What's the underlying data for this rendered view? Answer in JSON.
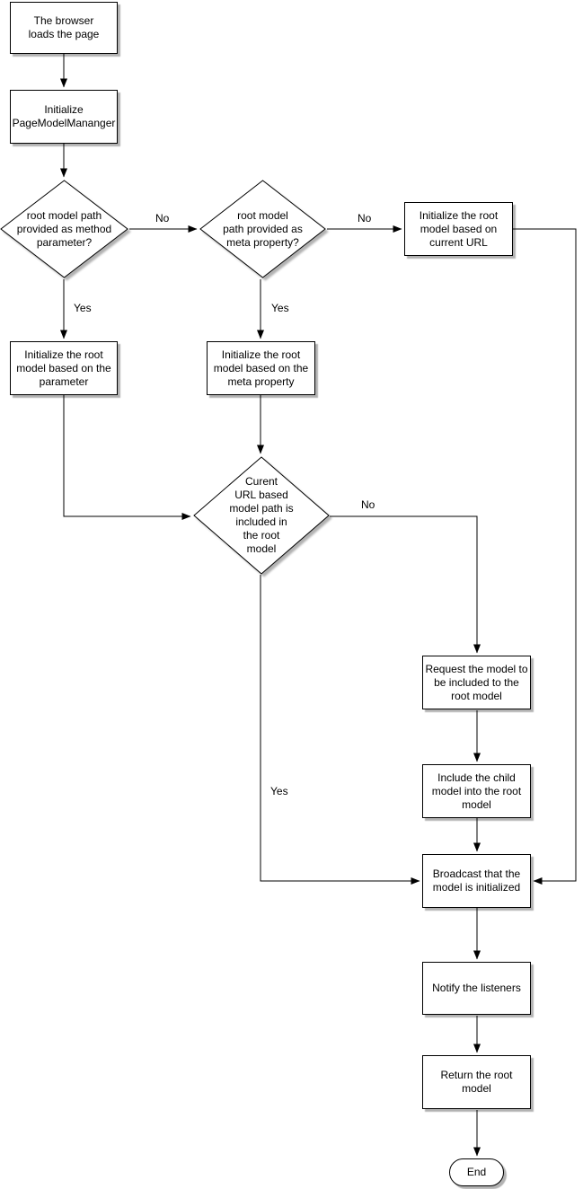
{
  "nodes": {
    "browser_loads": {
      "type": "process",
      "label": "The browser\nloads the page"
    },
    "init_page_model_manager": {
      "type": "process",
      "label": "Initialize\nPageModelMananger"
    },
    "path_method_param": {
      "type": "decision",
      "label": "root model path\nprovided as method\nparameter?"
    },
    "path_meta_property": {
      "type": "decision",
      "label": "root model\npath provided as\nmeta property?"
    },
    "init_from_url": {
      "type": "process",
      "label": "Initialize the root\nmodel based on\ncurrent URL"
    },
    "init_from_param": {
      "type": "process",
      "label": "Initialize the root\nmodel based on the\nparameter"
    },
    "init_from_meta": {
      "type": "process",
      "label": "Initialize the root\nmodel based on the\nmeta property"
    },
    "url_path_included": {
      "type": "decision",
      "label": "Curent\nURL based\nmodel path is\nincluded in\nthe root\nmodel"
    },
    "request_model": {
      "type": "process",
      "label": "Request the model to\nbe included to the\nroot model"
    },
    "include_child": {
      "type": "process",
      "label": "Include the child\nmodel into the root\nmodel"
    },
    "broadcast_initialized": {
      "type": "process",
      "label": "Broadcast that the\nmodel is initialized"
    },
    "notify_listeners": {
      "type": "process",
      "label": "Notify the listeners"
    },
    "return_root_model": {
      "type": "process",
      "label": "Return the root\nmodel"
    },
    "end": {
      "type": "terminator",
      "label": "End"
    }
  },
  "edge_labels": {
    "method_param_no": "No",
    "method_param_yes": "Yes",
    "meta_property_no": "No",
    "meta_property_yes": "Yes",
    "included_no": "No",
    "included_yes": "Yes"
  },
  "colors": {
    "stroke": "#000000",
    "node_fill": "#ffffff",
    "shadow": "#b3b3b3",
    "background": "#ffffff",
    "text": "#000000"
  }
}
